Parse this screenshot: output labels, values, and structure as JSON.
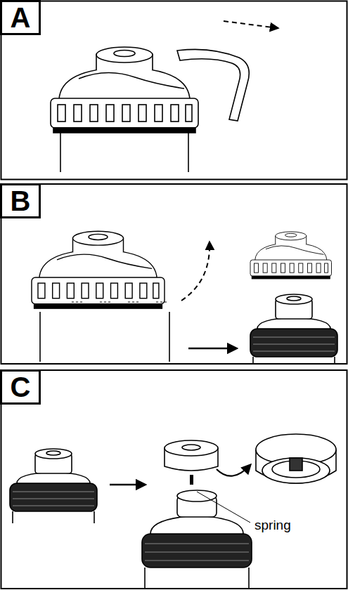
{
  "diagram": {
    "nodes": [
      {
        "text": [
          "A"
        ]
      },
      {
        "text": [
          "B"
        ]
      },
      {
        "text": [
          "C"
        ]
      }
    ],
    "labels": [
      "spring"
    ]
  }
}
